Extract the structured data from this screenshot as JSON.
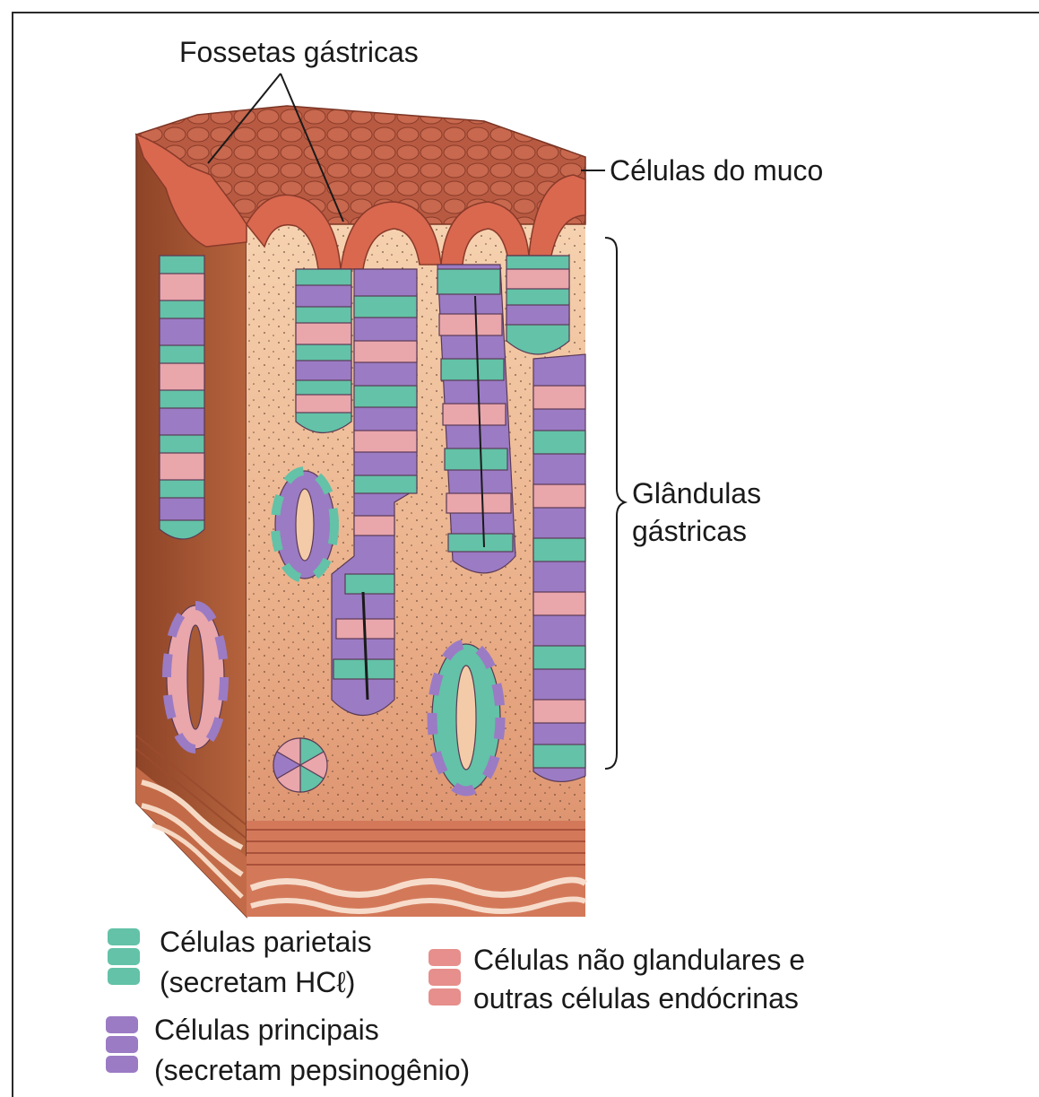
{
  "labels": {
    "pits": "Fossetas gástricas",
    "mucous": "Células do muco",
    "glands_line1": "Glândulas",
    "glands_line2": "gástricas"
  },
  "legend": {
    "parietal_line1": "Células parietais",
    "parietal_line2": "(secretam HCℓ)",
    "chief_line1": "Células principais",
    "chief_line2": "(secretam pepsinogênio)",
    "other_line1": "Células não glandulares e",
    "other_line2": "outras células endócrinas"
  },
  "colors": {
    "parietal": "#63c2a7",
    "chief": "#9b7bc4",
    "other": "#e68f8c",
    "tissue_light": "#f3cba8",
    "tissue_dark": "#a85a36",
    "mucous_cell": "#d9684f",
    "frame": "#2a2a2a"
  }
}
